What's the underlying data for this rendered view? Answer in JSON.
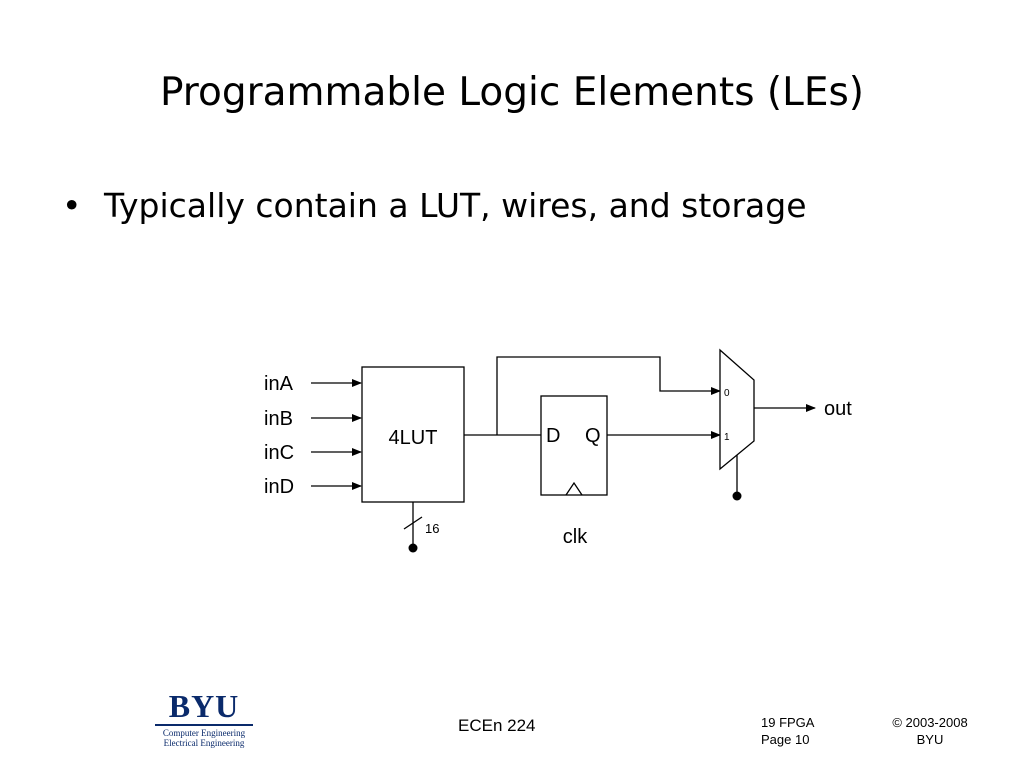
{
  "slide": {
    "title": "Programmable Logic Elements (LEs)",
    "bullets": [
      {
        "marker": "•",
        "text": "Typically contain a LUT, wires, and storage"
      }
    ]
  },
  "diagram": {
    "inputs": [
      "inA",
      "inB",
      "inC",
      "inD"
    ],
    "lut_label": "4LUT",
    "bus_width": "16",
    "flipflop": {
      "d_label": "D",
      "q_label": "Q"
    },
    "clock_label": "clk",
    "mux": {
      "input0": "0",
      "input1": "1"
    },
    "output_label": "out"
  },
  "footer": {
    "logo": {
      "word": "BYU",
      "line1": "Computer Engineering",
      "line2": "Electrical Engineering"
    },
    "course": "ECEn 224",
    "lecture_line1": "19 FPGA",
    "lecture_line2": "Page 10",
    "copyright_line1": "© 2003-2008",
    "copyright_line2": "BYU"
  }
}
